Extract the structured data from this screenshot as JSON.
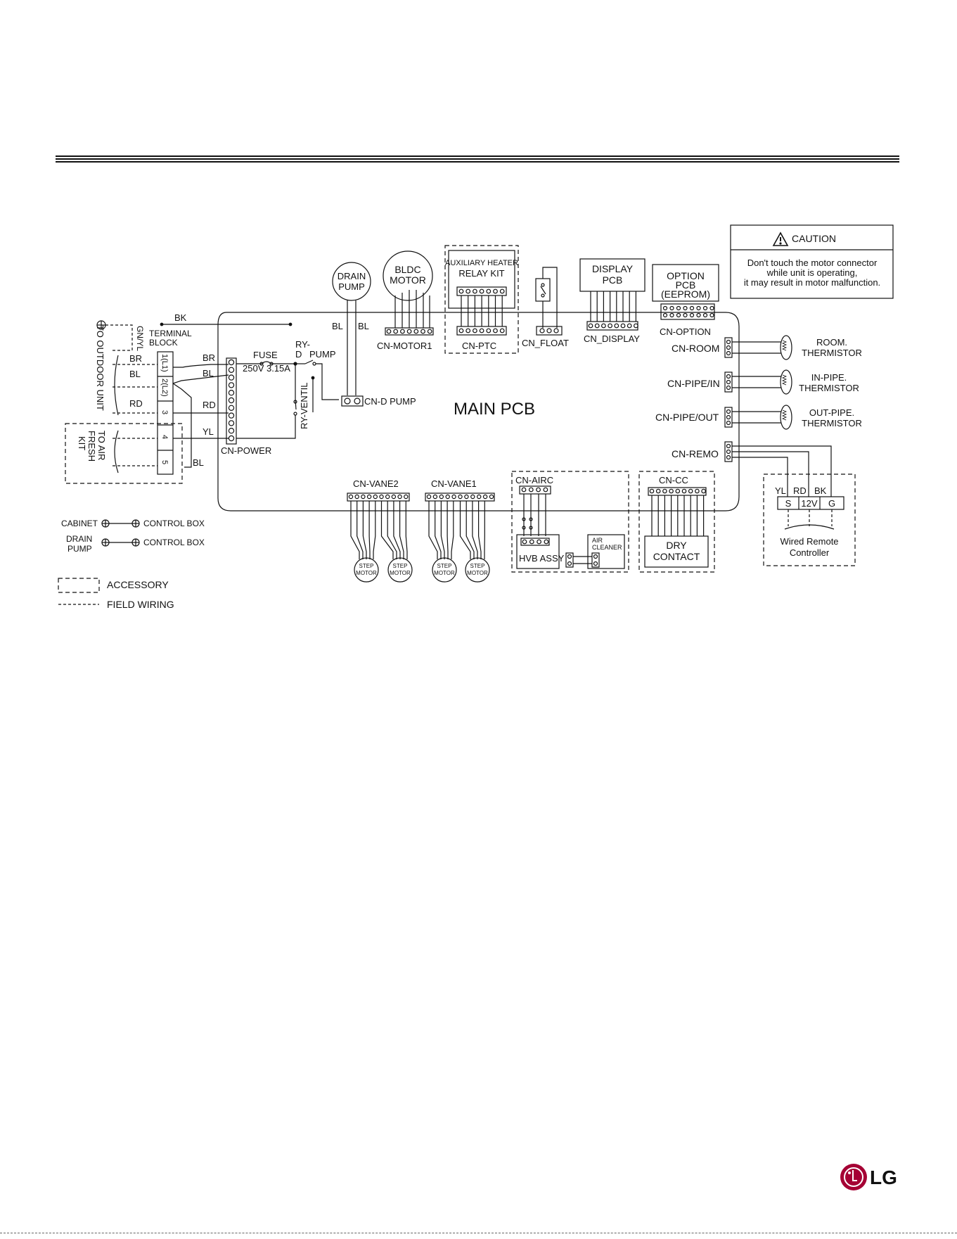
{
  "caution": {
    "title": "CAUTION",
    "line1": "Don't touch the motor connector",
    "line2": "while unit is operating,",
    "line3": "it may result in motor malfunction."
  },
  "labels": {
    "drain_pump_1": "DRAIN",
    "drain_pump_2": "PUMP",
    "bldc_1": "BLDC",
    "bldc_2": "MOTOR",
    "aux_1": "AUXILIARY HEATER",
    "aux_2": "RELAY KIT",
    "display_1": "DISPLAY",
    "display_2": "PCB",
    "option_1": "OPTION",
    "option_2": "PCB",
    "option_3": "(EEPROM)",
    "bk": "BK",
    "gnyl": "GN/YL",
    "terminal_1": "TERMINAL",
    "terminal_2": "BLOCK",
    "to_outdoor": "TO OUTDOOR UNIT",
    "to_air_1": "TO AIR",
    "to_air_2": "FRESH",
    "to_air_3": "KIT",
    "br_left": "BR",
    "bl_left": "BL",
    "rd_left": "RD",
    "br_right": "BR",
    "bl_right": "BL",
    "rd_right": "RD",
    "yl": "YL",
    "bl_bottom": "BL",
    "bl_pump_1": "BL",
    "bl_pump_2": "BL",
    "term_1": "1(L1)",
    "term_2": "2(L2)",
    "term_3": "3",
    "term_4": "4",
    "term_5": "5",
    "fuse": "FUSE",
    "fuse_rating": "250V 3.15A",
    "ry_d_1": "RY-",
    "ry_d_2": "D",
    "ry_d_3": "PUMP",
    "ry_ventil": "RY-VENTIL",
    "cn_power": "CN-POWER",
    "cn_d_pump": "CN-D PUMP",
    "cn_motor1": "CN-MOTOR1",
    "cn_ptc": "CN-PTC",
    "cn_float": "CN_FLOAT",
    "cn_display": "CN_DISPLAY",
    "cn_option": "CN-OPTION",
    "main_pcb": "MAIN PCB",
    "cn_room": "CN-ROOM",
    "cn_pipe_in": "CN-PIPE/IN",
    "cn_pipe_out": "CN-PIPE/OUT",
    "cn_remo": "CN-REMO",
    "room_th_1": "ROOM.",
    "room_th_2": "THERMISTOR",
    "inpipe_th_1": "IN-PIPE.",
    "inpipe_th_2": "THERMISTOR",
    "outpipe_th_1": "OUT-PIPE.",
    "outpipe_th_2": "THERMISTOR",
    "remote_yl": "YL",
    "remote_rd": "RD",
    "remote_bk": "BK",
    "remote_s": "S",
    "remote_12v": "12V",
    "remote_g": "G",
    "remote_1": "Wired Remote",
    "remote_2": "Controller",
    "cn_vane2": "CN-VANE2",
    "cn_vane1": "CN-VANE1",
    "step_1": "STEP",
    "step_2": "MOTOR",
    "cn_airc": "CN-AIRC",
    "hvb_assy": "HVB ASSY",
    "air_cleaner_1": "AIR",
    "air_cleaner_2": "CLEANER",
    "cn_cc": "CN-CC",
    "dry_1": "DRY",
    "dry_2": "CONTACT",
    "cabinet": "CABINET",
    "control_box_1": "CONTROL BOX",
    "drain_pump_g_1": "DRAIN",
    "drain_pump_g_2": "PUMP",
    "control_box_2": "CONTROL BOX",
    "legend_accessory": "ACCESSORY",
    "legend_field": "FIELD WIRING"
  },
  "brand": {
    "logo_text": "LG",
    "color": "#a50034"
  }
}
